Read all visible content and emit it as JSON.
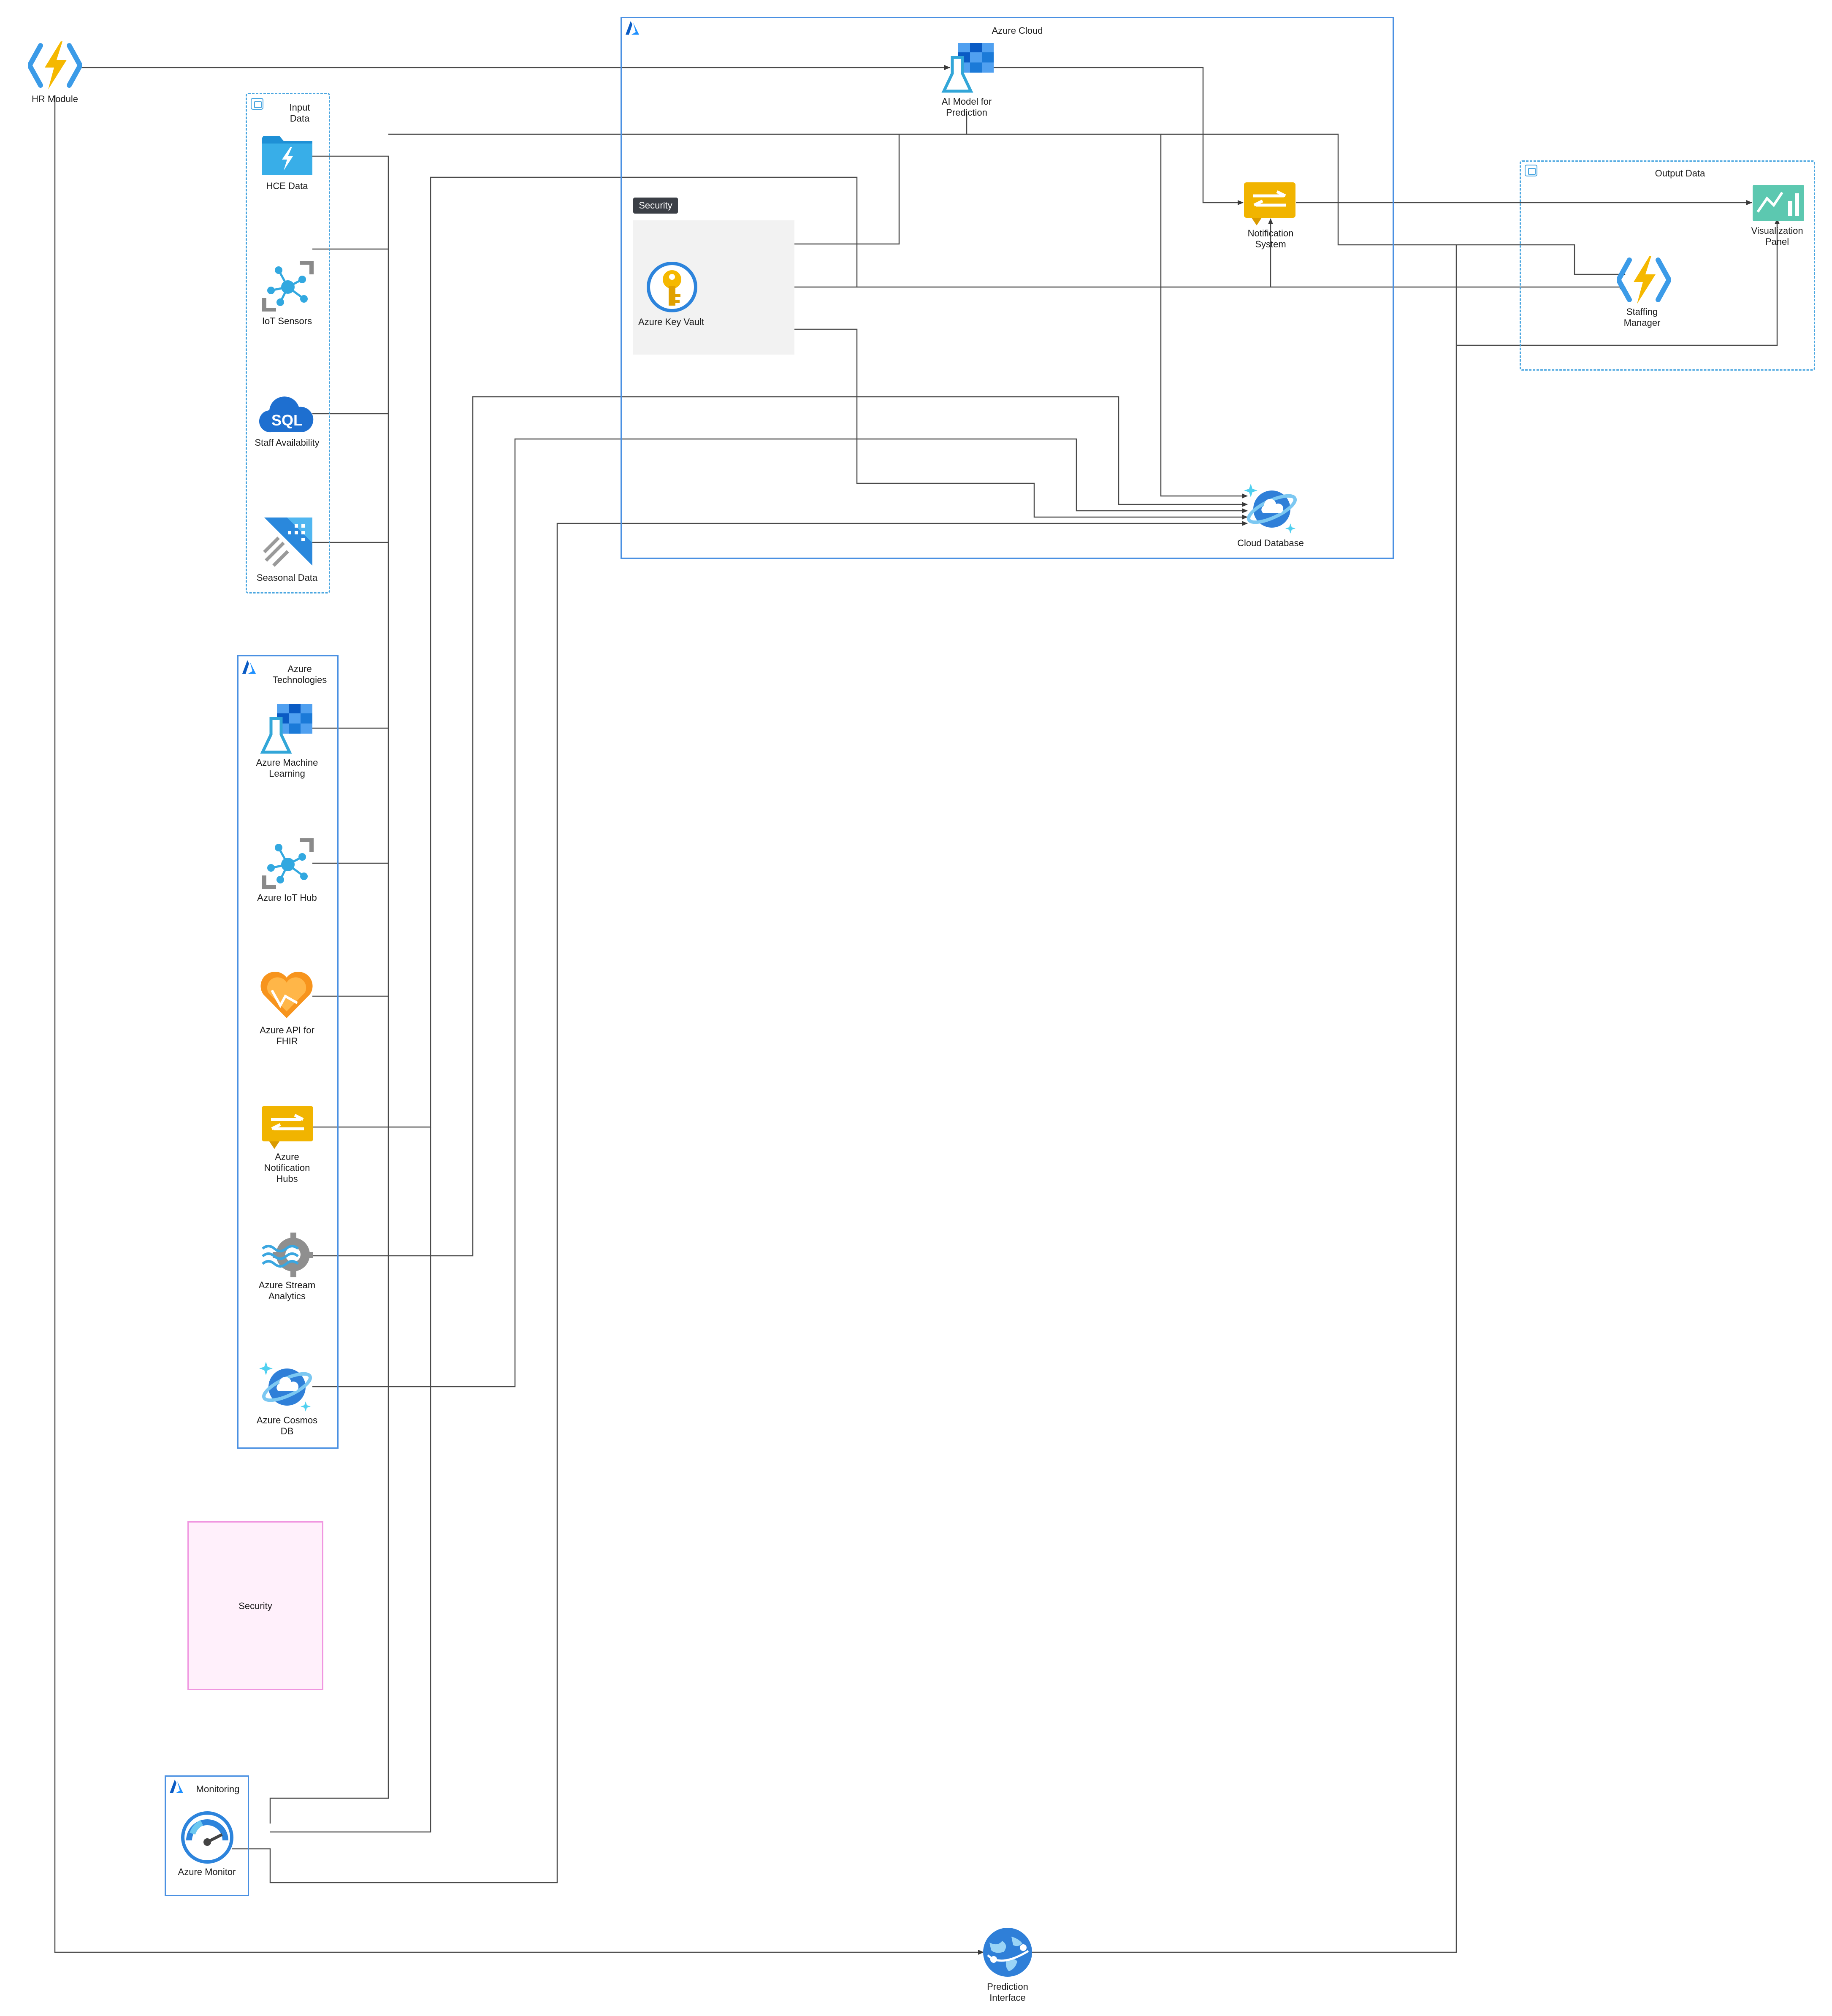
{
  "groups": {
    "azure_cloud": "Azure Cloud",
    "input_data": "Input\nData",
    "output_data": "Output Data",
    "azure_technologies": "Azure\nTechnologies",
    "monitoring": "Monitoring",
    "security_badge": "Security",
    "security_box": "Security"
  },
  "nodes": {
    "hr_module": "HR Module",
    "ai_model": "AI Model for\nPrediction",
    "notification_system": "Notification\nSystem",
    "key_vault": "Azure Key Vault",
    "cloud_database": "Cloud Database",
    "visualization_panel": "Visualization\nPanel",
    "staffing_manager": "Staffing\nManager",
    "hce_data": "HCE Data",
    "iot_sensors": "IoT Sensors",
    "staff_availability": "Staff Availability",
    "seasonal_data": "Seasonal Data",
    "azure_ml": "Azure Machine\nLearning",
    "azure_iot_hub": "Azure IoT Hub",
    "azure_fhir": "Azure API for\nFHIR",
    "azure_notification_hubs": "Azure\nNotification\nHubs",
    "azure_stream_analytics": "Azure Stream\nAnalytics",
    "azure_cosmos_db": "Azure Cosmos\nDB",
    "azure_monitor": "Azure Monitor",
    "prediction_interface": "Prediction\nInterface",
    "sql_text": "SQL"
  },
  "icons": {
    "hr_module": "function-lightning-icon",
    "ai_model": "machine-learning-flask-icon",
    "notification_system": "notification-hub-icon",
    "key_vault": "key-vault-icon",
    "cloud_database": "cosmos-db-planet-icon",
    "visualization_panel": "chart-panel-icon",
    "staffing_manager": "function-lightning-icon",
    "hce_data": "folder-lightning-icon",
    "iot_sensors": "iot-hub-icon",
    "staff_availability": "sql-cloud-icon",
    "seasonal_data": "data-factory-icon",
    "azure_monitor": "monitor-gauge-icon",
    "prediction_interface": "web-globe-icon"
  },
  "colors": {
    "azure_blue": "#0078d4",
    "dashed_blue": "#4aa6e0",
    "security_pink": "#f096e0",
    "security_fill": "#fff0fb",
    "line": "#4a4a4a"
  }
}
